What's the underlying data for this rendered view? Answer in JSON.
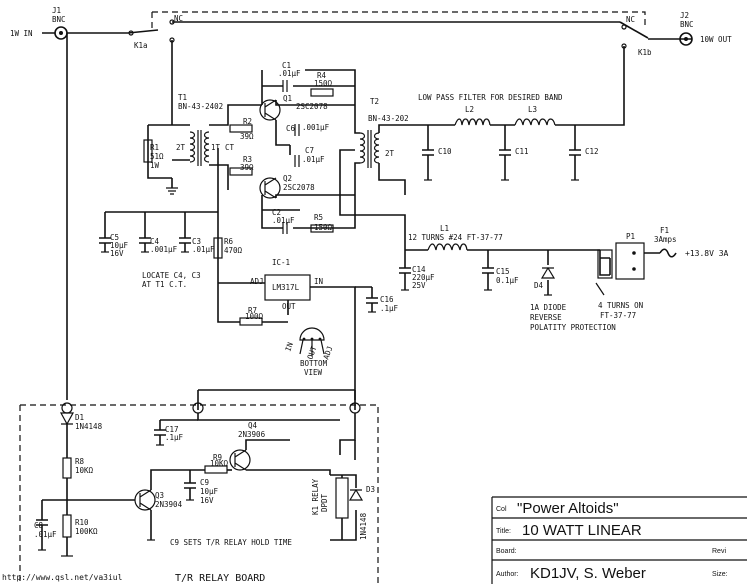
{
  "connectors": {
    "j1": {
      "ref": "J1",
      "type": "BNC"
    },
    "j2": {
      "ref": "J2",
      "type": "BNC"
    },
    "in_label": "1W IN",
    "out_label": "10W OUT"
  },
  "relay_contacts": {
    "nc_left": "NC",
    "nc_right": "NC",
    "k1a": "K1a",
    "k1b": "K1b"
  },
  "transformers": {
    "t1": {
      "ref": "T1",
      "core": "BN-43-2402",
      "primary": "2T",
      "secondary": "1T",
      "ct": "CT"
    },
    "t2": {
      "ref": "T2",
      "core": "BN-43-202",
      "secondary": "2T"
    }
  },
  "resistors": {
    "r1": {
      "ref": "R1",
      "value": "51Ω",
      "power": "1W"
    },
    "r2": {
      "ref": "R2",
      "value": "39Ω"
    },
    "r3": {
      "ref": "R3",
      "value": "39Ω"
    },
    "r4": {
      "ref": "R4",
      "value": "150Ω"
    },
    "r5": {
      "ref": "R5",
      "value": "150Ω"
    },
    "r6": {
      "ref": "R6",
      "value": "470Ω"
    },
    "r7": {
      "ref": "R7",
      "value": "100Ω"
    },
    "r8": {
      "ref": "R8",
      "value": "10KΩ"
    },
    "r9": {
      "ref": "R9",
      "value": "10KΩ"
    },
    "r10": {
      "ref": "R10",
      "value": "100KΩ"
    }
  },
  "capacitors": {
    "c1": {
      "ref": "C1",
      "value": ".01μF"
    },
    "c2": {
      "ref": "C2",
      "value": ".01μF"
    },
    "c3": {
      "ref": "C3",
      "value": ".01μF"
    },
    "c4": {
      "ref": "C4",
      "value": ".001μF"
    },
    "c5": {
      "ref": "C5",
      "value": "10μF",
      "voltage": "16V"
    },
    "c6": {
      "ref": "C6",
      "value": ".001μF"
    },
    "c7": {
      "ref": "C7",
      "value": ".01μF"
    },
    "c8": {
      "ref": "C8",
      "value": ".01μF"
    },
    "c9": {
      "ref": "C9",
      "value": "10μF",
      "voltage": "16V"
    },
    "c10": {
      "ref": "C10"
    },
    "c11": {
      "ref": "C11"
    },
    "c12": {
      "ref": "C12"
    },
    "c14": {
      "ref": "C14",
      "value": "220μF",
      "voltage": "25V"
    },
    "c15": {
      "ref": "C15",
      "value": "0.1μF"
    },
    "c16": {
      "ref": "C16",
      "value": ".1μF"
    },
    "c17": {
      "ref": "C17",
      "value": ".1μF"
    }
  },
  "transistors": {
    "q1": {
      "ref": "Q1",
      "part": "2SC2078"
    },
    "q2": {
      "ref": "Q2",
      "part": "2SC2078"
    },
    "q3": {
      "ref": "Q3",
      "part": "2N3904"
    },
    "q4": {
      "ref": "Q4",
      "part": "2N3906"
    }
  },
  "regulator": {
    "ref": "IC-1",
    "part": "LM317L",
    "adj": "ADJ",
    "in": "IN",
    "out": "OUT",
    "pin_in": "IN",
    "pin_out": "OUT",
    "pin_adj": "ADJ",
    "view": "BOTTOM\nVIEW"
  },
  "filter": {
    "title": "LOW PASS FILTER FOR DESIRED BAND",
    "l2": "L2",
    "l3": "L3"
  },
  "choke": {
    "ref": "L1",
    "desc": "12 TURNS #24 FT-37-77"
  },
  "diodes": {
    "d1": {
      "ref": "D1",
      "part": "1N4148"
    },
    "d3": {
      "ref": "D3",
      "part": "1N4148"
    },
    "d4": {
      "ref": "D4"
    },
    "protect_note": "1A DIODE\nREVERSE\nPOLATITY PROTECTION"
  },
  "relay": {
    "ref": "K1 RELAY",
    "type": "DPDT"
  },
  "power": {
    "p1": "P1",
    "fuse": "F1",
    "fuse_value": "3Amps",
    "supply": "+13.8V 3A",
    "ferrite_note": "4 TURNS ON\nFT-37-77"
  },
  "notes": {
    "c4_c3": "LOCATE C4, C3\nAT T1 C.T.",
    "c9_note": "C9 SETS T/R RELAY HOLD TIME",
    "board_title": "T/R RELAY BOARD"
  },
  "title_block": {
    "col_label": "Col",
    "col_value": "\"Power Altoids\"",
    "title_label": "Title:",
    "title_value": "10 WATT LINEAR",
    "board_label": "Board:",
    "board_value": "",
    "author_label": "Author:",
    "author_value": "KD1JV, S. Weber",
    "rev_label": "Revi",
    "size_label": "Size:"
  },
  "footer_url": "http://www.qsl.net/va3iul"
}
